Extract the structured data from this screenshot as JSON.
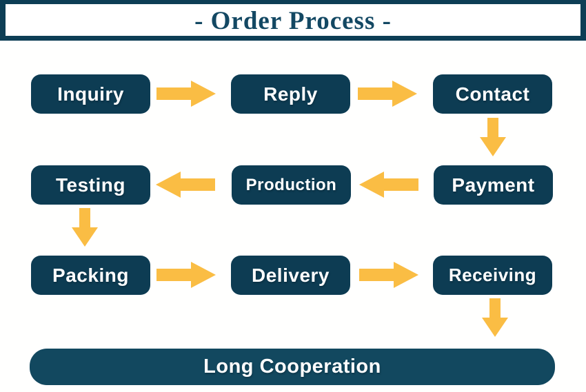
{
  "header": {
    "title": "- Order Process -"
  },
  "colors": {
    "box_fill": "#0d3c53",
    "final_bar_fill": "#12485f",
    "arrow_fill": "#fabd44",
    "title_text": "#134863",
    "box_text": "#ffffff",
    "background": "#ffffff",
    "header_border": "#0d3e55"
  },
  "nodes": {
    "inquiry": "Inquiry",
    "reply": "Reply",
    "contact": "Contact",
    "testing": "Testing",
    "production": "Production",
    "payment": "Payment",
    "packing": "Packing",
    "delivery": "Delivery",
    "receiving": "Receiving",
    "long_cooperation": "Long Cooperation"
  },
  "connections": [
    {
      "from": "inquiry",
      "to": "reply",
      "direction": "right"
    },
    {
      "from": "reply",
      "to": "contact",
      "direction": "right"
    },
    {
      "from": "contact",
      "to": "payment",
      "direction": "down"
    },
    {
      "from": "payment",
      "to": "production",
      "direction": "left"
    },
    {
      "from": "production",
      "to": "testing",
      "direction": "left"
    },
    {
      "from": "testing",
      "to": "packing",
      "direction": "down"
    },
    {
      "from": "packing",
      "to": "delivery",
      "direction": "right"
    },
    {
      "from": "delivery",
      "to": "receiving",
      "direction": "right"
    },
    {
      "from": "receiving",
      "to": "long_cooperation",
      "direction": "down"
    }
  ]
}
